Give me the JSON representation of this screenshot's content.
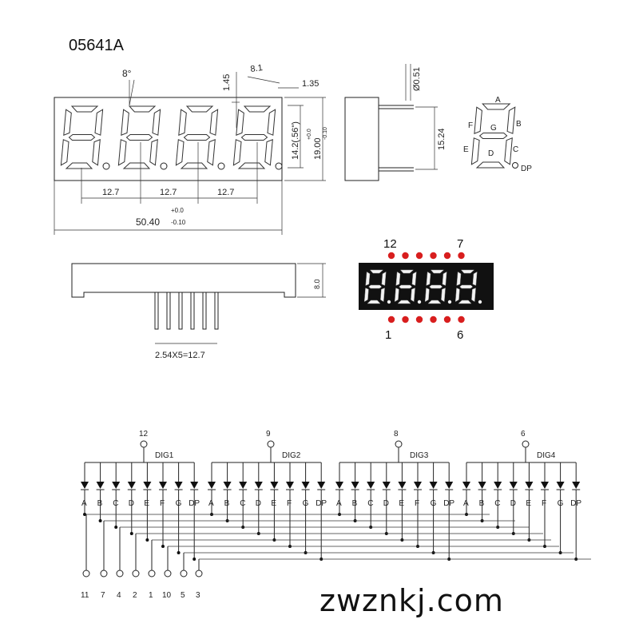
{
  "part_number": "05641A",
  "watermark": "zwznkj.com",
  "front_view": {
    "angle": "8°",
    "digit_pitch": [
      "12.7",
      "12.7",
      "12.7"
    ],
    "width": "50.40",
    "width_tol_plus": "+0.0",
    "width_tol_minus": "-0.10",
    "digit_height": "14.2(.56\")",
    "height": "19.00",
    "height_tol_plus": "+0.0",
    "height_tol_minus": "-0.10",
    "segment_width": "1.45",
    "digit_width": "8.1",
    "dp_offset": "1.35"
  },
  "side_view": {
    "pin_diameter": "Ø0.51",
    "row_spacing": "15.24"
  },
  "segment_map": {
    "labels": [
      "A",
      "B",
      "C",
      "D",
      "E",
      "F",
      "G",
      "DP"
    ]
  },
  "bottom_view": {
    "depth": "8.0",
    "pin_pitch": "2.54X5=12.7"
  },
  "pinout": {
    "top_left": "12",
    "top_right": "7",
    "bottom_left": "1",
    "bottom_right": "6"
  },
  "schematic": {
    "digits": [
      {
        "label": "DIG1",
        "pin": "12"
      },
      {
        "label": "DIG2",
        "pin": "9"
      },
      {
        "label": "DIG3",
        "pin": "8"
      },
      {
        "label": "DIG4",
        "pin": "6"
      }
    ],
    "segments": [
      "A",
      "B",
      "C",
      "D",
      "E",
      "F",
      "G",
      "DP"
    ],
    "segment_pins": [
      "11",
      "7",
      "4",
      "2",
      "1",
      "10",
      "5",
      "3"
    ]
  },
  "colors": {
    "led_red": "#d81e1e",
    "display_body": "#111111",
    "lit_segment": "#f4f4f4"
  }
}
